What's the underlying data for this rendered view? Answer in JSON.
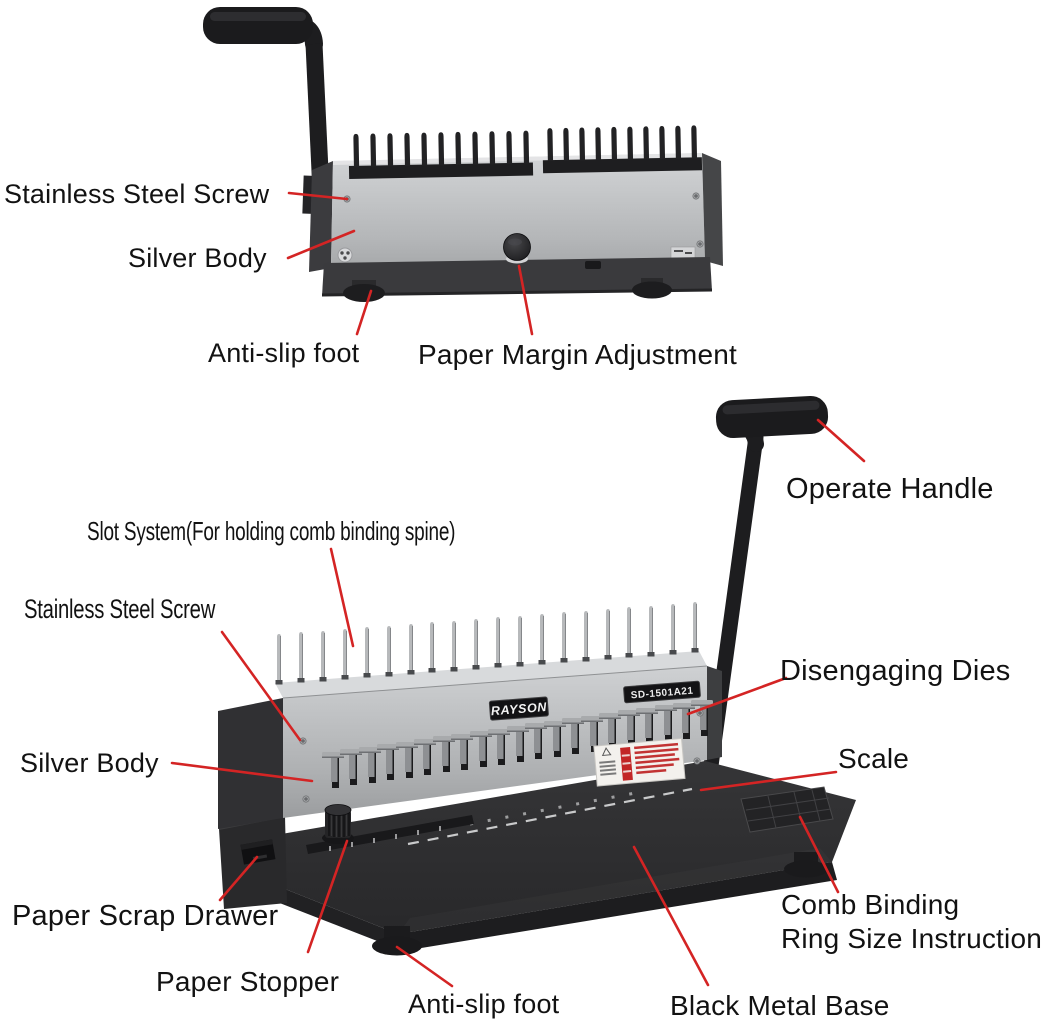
{
  "diagram": {
    "machine": {
      "brand": "RAYSON",
      "model": "SD-1501A21"
    },
    "top_view": {
      "labels": {
        "stainless_steel_screw": "Stainless Steel Screw",
        "silver_body": "Silver Body",
        "anti_slip_foot": "Anti-slip foot",
        "paper_margin_adjustment": "Paper Margin Adjustment"
      }
    },
    "bottom_view": {
      "labels": {
        "operate_handle": "Operate Handle",
        "slot_system": "Slot System(For holding comb binding spine)",
        "stainless_steel_screw": "Stainless Steel Screw",
        "disengaging_dies": "Disengaging Dies",
        "silver_body": "Silver Body",
        "scale": "Scale",
        "paper_scrap_drawer": "Paper Scrap Drawer",
        "paper_stopper": "Paper Stopper",
        "anti_slip_foot": "Anti-slip foot",
        "black_metal_base": "Black Metal Base",
        "comb_binding_line1": "Comb Binding",
        "comb_binding_line2": "Ring Size Instruction"
      }
    },
    "colors": {
      "accent": "#d42424",
      "body_silver": "#c6c8ca",
      "machine_black": "#1d1d1f",
      "background": "#ffffff"
    }
  }
}
